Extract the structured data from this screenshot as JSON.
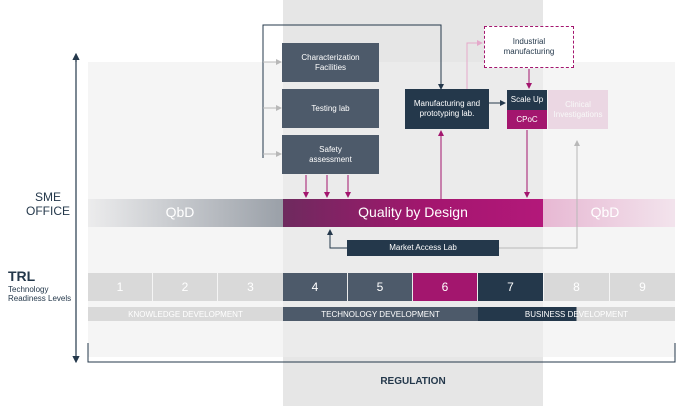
{
  "sme_office": "SME\nOFFICE",
  "regulation": "REGULATION",
  "trl": {
    "title": "TRL",
    "subtitle_line1": "Technology",
    "subtitle_line2": "Readiness Levels",
    "levels": [
      "1",
      "2",
      "3",
      "4",
      "5",
      "6",
      "7",
      "8",
      "9"
    ]
  },
  "phases": {
    "knowledge": "KNOWLEDGE DEVELOPMENT",
    "technology": "TECHNOLOGY DEVELOPMENT",
    "business": "BUSINESS DEVELOPMENT"
  },
  "band": {
    "left": "QbD",
    "center": "Quality by Design",
    "right": "QbD"
  },
  "boxes": {
    "characterization": "Characterization\nFacilities",
    "testing": "Testing lab",
    "safety": "Safety\nassessment",
    "manufacturing": "Manufacturing and\nprototyping lab.",
    "industrial": "Industrial\nmanufacturing",
    "scaleup": "Scale Up",
    "cpoc": "CPoC",
    "clinical": "Clinical\nInvestigations",
    "market": "Market Access Lab"
  },
  "colors": {
    "slate": "#4d5a6a",
    "navy": "#24384b",
    "magenta": "#a3166e",
    "grey_band": "#e6e6e6"
  }
}
